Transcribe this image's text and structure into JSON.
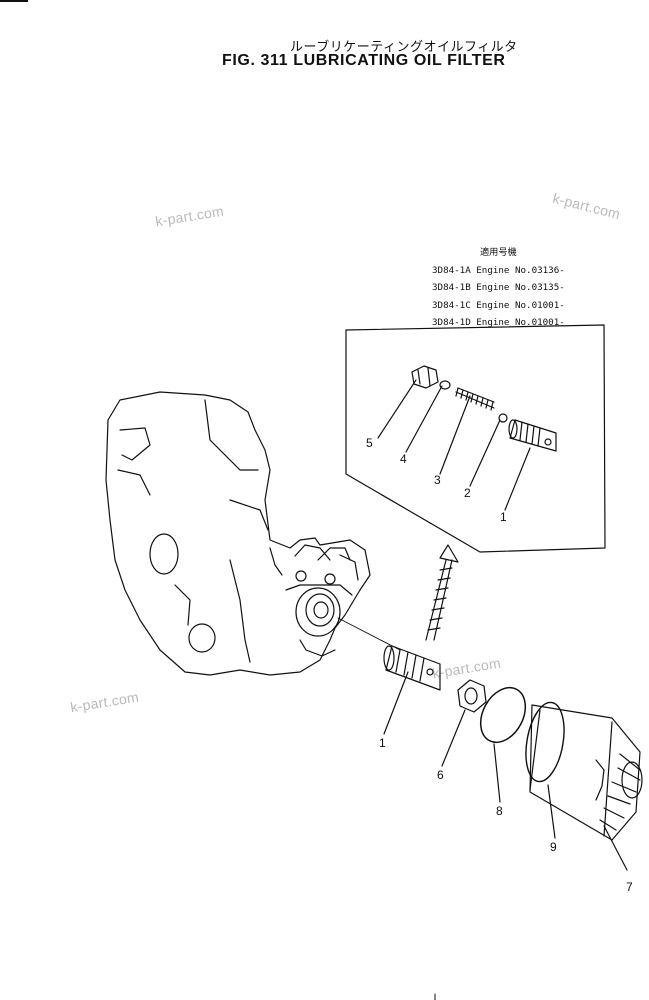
{
  "title_jp": "ルーブリケーティングオイルフィルタ",
  "title_en": "FIG. 311  LUBRICATING OIL FILTER",
  "watermarks": [
    "k-part.com",
    "k-part.com",
    "k-part.com",
    "k-part.com"
  ],
  "applicability": {
    "header": "適用号機",
    "lines": [
      "3D84-1A Engine No.03136-",
      "3D84-1B Engine No.03135-",
      "3D84-1C Engine No.01001-",
      "3D84-1D Engine No.01001-"
    ]
  },
  "callouts": {
    "inset": [
      "5",
      "4",
      "3",
      "2",
      "1"
    ],
    "main": [
      "1",
      "6",
      "8",
      "9",
      "7"
    ]
  }
}
